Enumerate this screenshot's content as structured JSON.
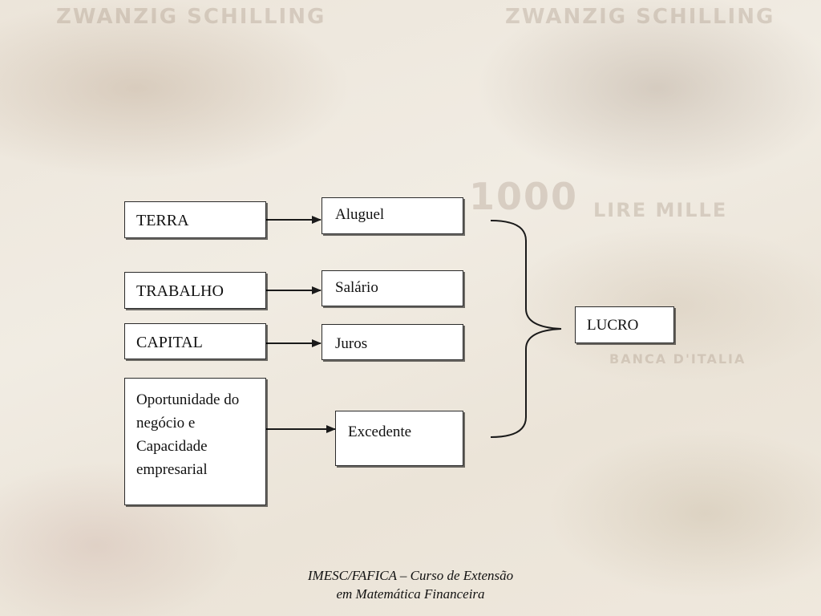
{
  "factors": [
    {
      "id": "terra",
      "label": "TERRA"
    },
    {
      "id": "trabalho",
      "label": "TRABALHO"
    },
    {
      "id": "capital",
      "label": "CAPITAL"
    },
    {
      "id": "oportunidade",
      "lines": [
        "Oportunidade do",
        "negócio e",
        "Capacidade",
        "empresarial"
      ]
    }
  ],
  "rewards": [
    {
      "id": "aluguel",
      "label": "Aluguel"
    },
    {
      "id": "salario",
      "label": "Salário"
    },
    {
      "id": "juros",
      "label": "Juros"
    },
    {
      "id": "excedente",
      "label": "Excedente"
    }
  ],
  "result": {
    "label": "LUCRO"
  },
  "footer": {
    "line1": "IMESC/FAFICA – Curso de Extensão",
    "line2": "em Matemática Financeira"
  },
  "background": {
    "watermarks": [
      "ZWANZIG SCHILLING",
      "ZWANZIG SCHILLING",
      "1000",
      "LIRE MILLE",
      "BANCA D'ITALIA"
    ]
  },
  "colors": {
    "stroke": "#1a1a1a",
    "box_fill": "#ffffff"
  }
}
